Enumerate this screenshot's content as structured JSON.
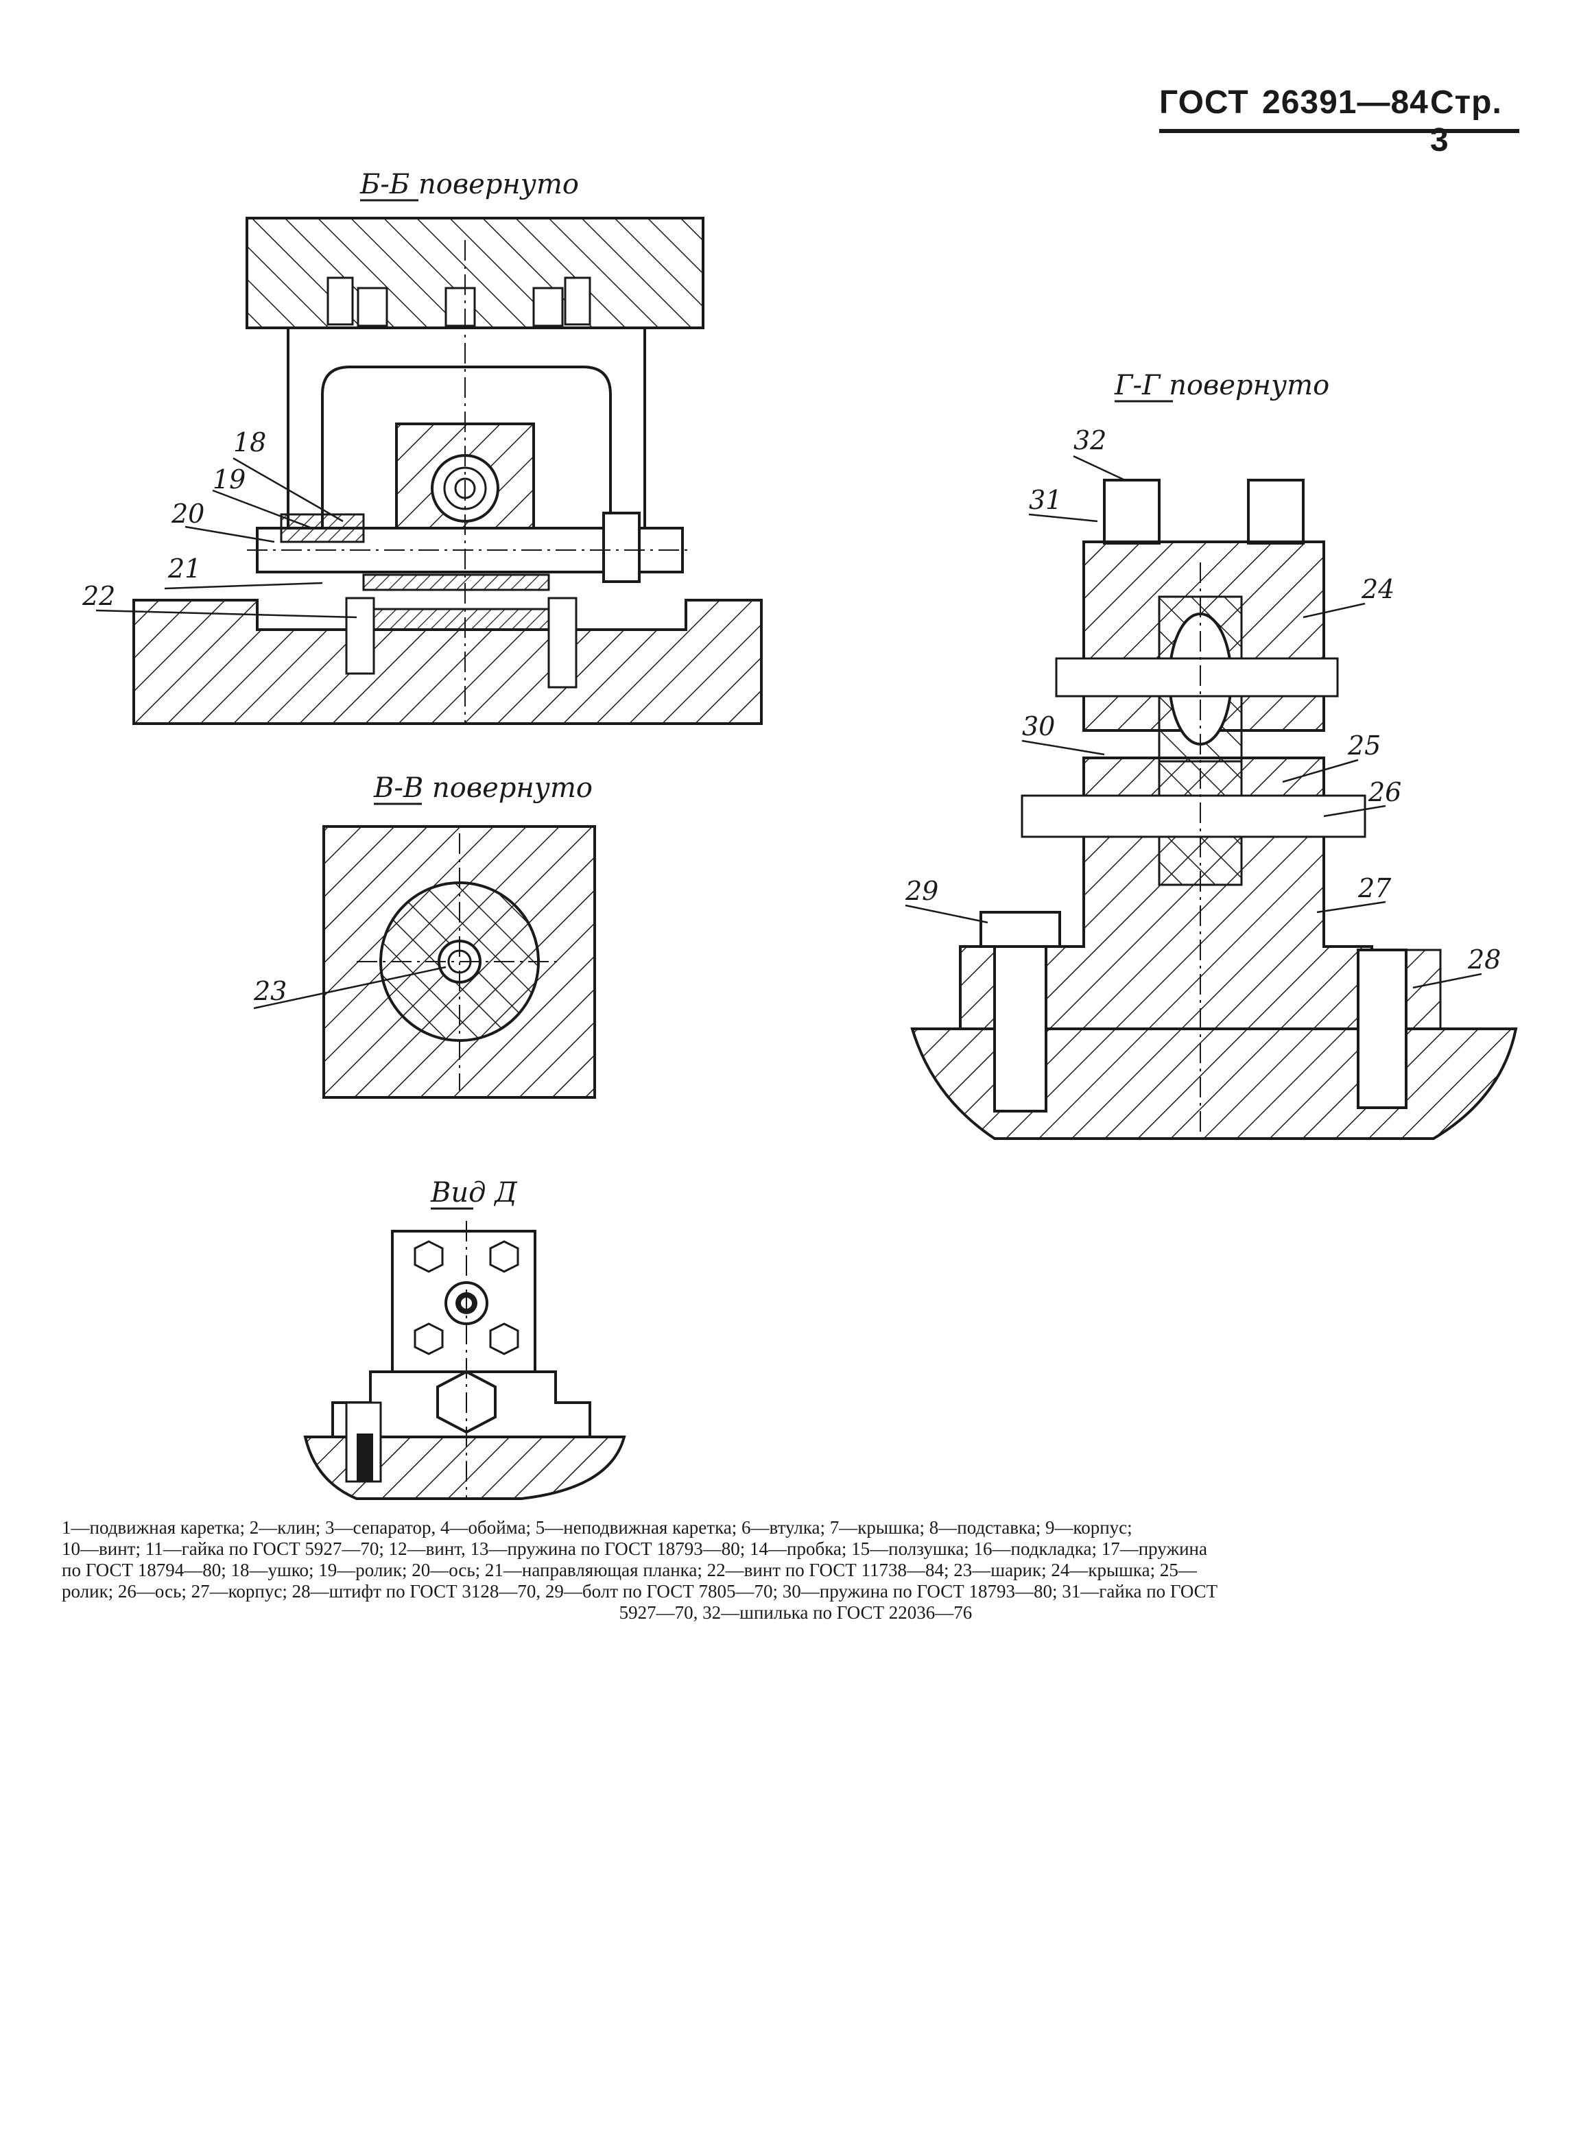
{
  "header": {
    "standard": "ГОСТ",
    "number": "26391—84",
    "page": "Стр. 3"
  },
  "views": {
    "bb": "Б-Б повернуто",
    "vv": "В-В повернуто",
    "gg": "Г-Г повернуто",
    "vid": "Вид Д"
  },
  "callouts": {
    "c18": "18",
    "c19": "19",
    "c20": "20",
    "c21": "21",
    "c22": "22",
    "c23": "23",
    "c24": "24",
    "c25": "25",
    "c26": "26",
    "c27": "27",
    "c28": "28",
    "c29": "29",
    "c30": "30",
    "c31": "31",
    "c32": "32"
  },
  "legend": {
    "line1": "1—подвижная каретка; 2—клин; 3—сепаратор, 4—обойма; 5—неподвижная каретка; 6—втулка; 7—крышка; 8—подставка; 9—корпус;",
    "line2": "10—винт; 11—гайка по ГОСТ 5927—70; 12—винт, 13—пружина по ГОСТ 18793—80; 14—пробка; 15—ползушка; 16—подкладка; 17—пружина",
    "line3": "по ГОСТ 18794—80; 18—ушко; 19—ролик; 20—ось; 21—направляющая планка; 22—винт по ГОСТ 11738—84; 23—шарик; 24—крышка; 25—",
    "line4": "ролик; 26—ось; 27—корпус; 28—штифт по ГОСТ 3128—70, 29—болт по ГОСТ 7805—70; 30—пружина по ГОСТ 18793—80; 31—гайка по ГОСТ",
    "line5": "5927—70, 32—шпилька по ГОСТ 22036—76"
  }
}
